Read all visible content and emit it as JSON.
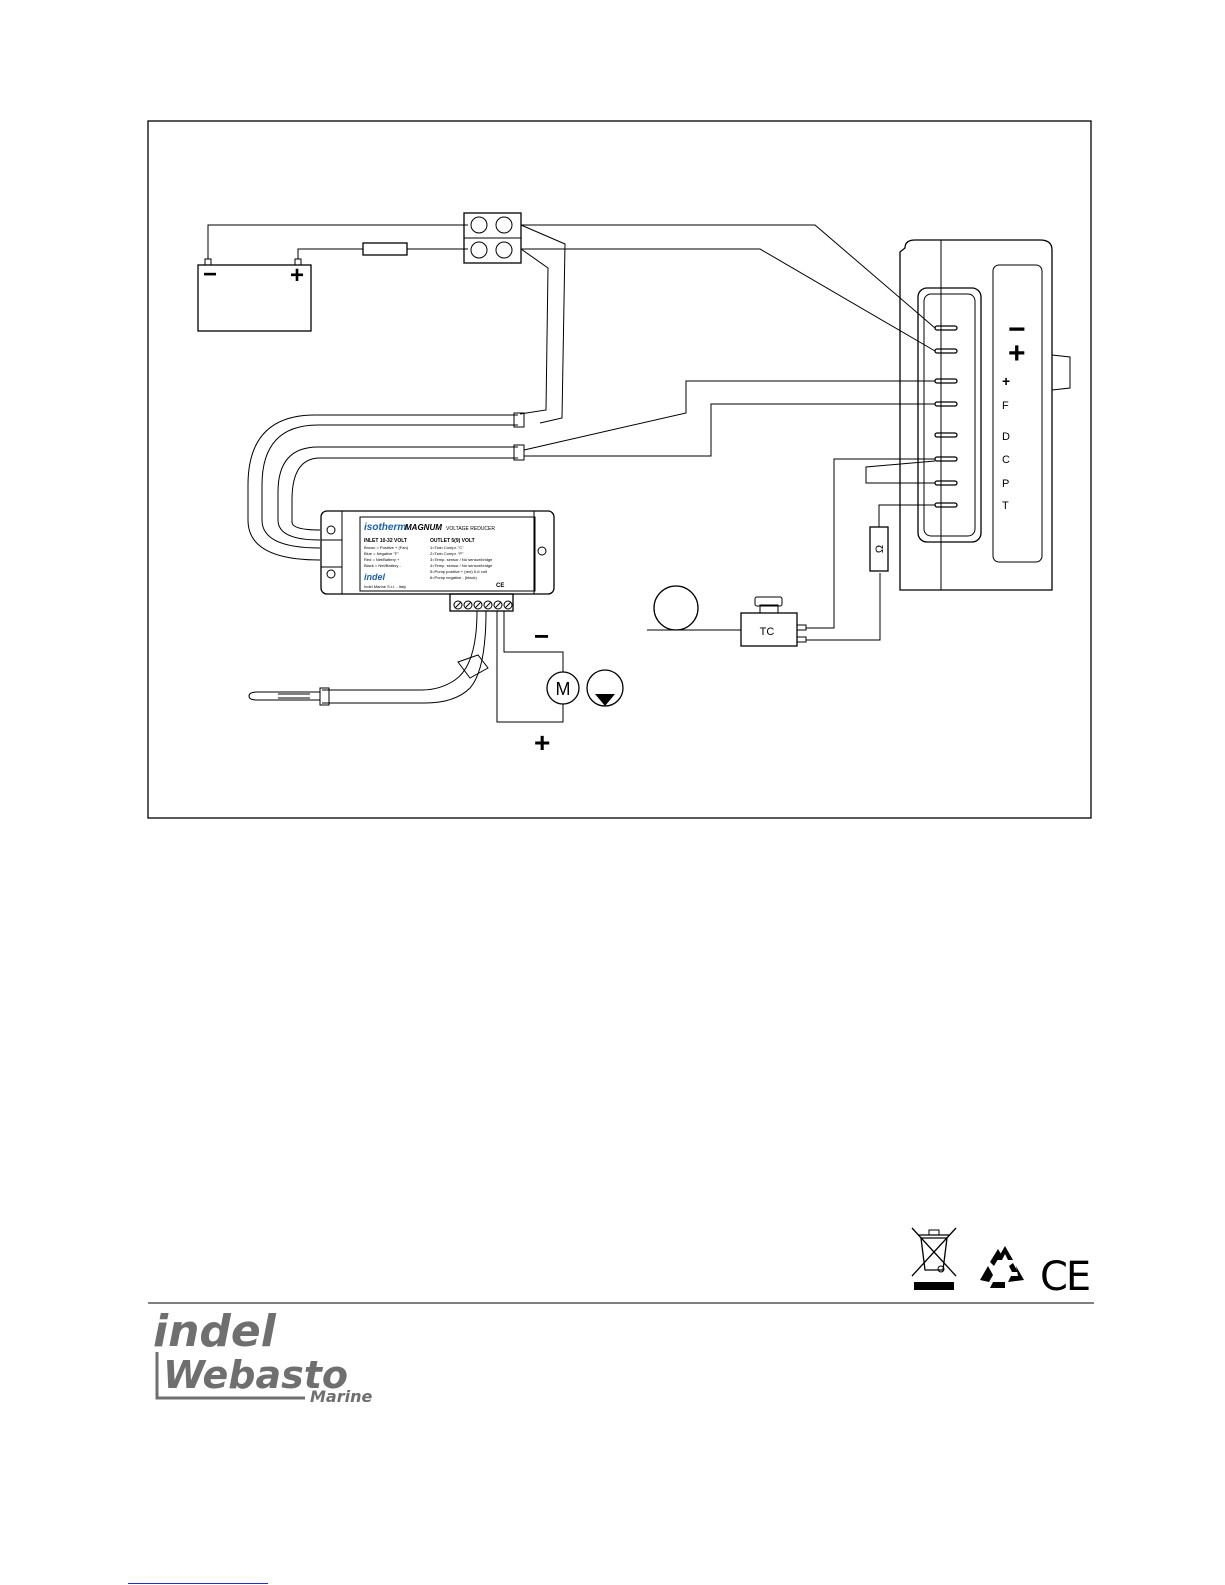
{
  "battery": {
    "minus": "−",
    "plus": "+"
  },
  "reducer": {
    "brand": "isotherm",
    "model": "MAGNUM",
    "subtitle": "VOLTAGE REDUCER",
    "inlet_title": "INLET 10-32 VOLT",
    "inlet_lines": [
      "Brown = Positive + (Fan)",
      "Blue = Negative \"F\"",
      "Red = Net/Battery +",
      "Black = Net/Battery -"
    ],
    "outlet_title": "OUTLET 5(9) VOLT",
    "outlet_lines": [
      "1=Twin Compr. \"C\"",
      "2=Twin Compr. \"P\"",
      "3=Temp. sensor / No sensor/bridge",
      "4=Temp. sensor / No sensor/bridge",
      "5=Pump positive + (red) 5-6 volt",
      "6=Pump negative - (black)"
    ],
    "maker_logo": "indel",
    "maker": "Indel Marine S.r.l. - Italy",
    "ce": "CE"
  },
  "compressor": {
    "sign_minus": "−",
    "sign_plus": "+",
    "pins": [
      "+",
      "F",
      "D",
      "C",
      "P",
      "T"
    ]
  },
  "pump": {
    "motor": "M",
    "sign_minus": "−",
    "sign_plus": "+"
  },
  "thermostat": {
    "label": "TC"
  },
  "resistor": {
    "label": "Ω"
  },
  "certifications": {
    "ce": "CE"
  },
  "brand": {
    "line1": "indel",
    "line2": "Webasto",
    "line3": "Marine"
  }
}
